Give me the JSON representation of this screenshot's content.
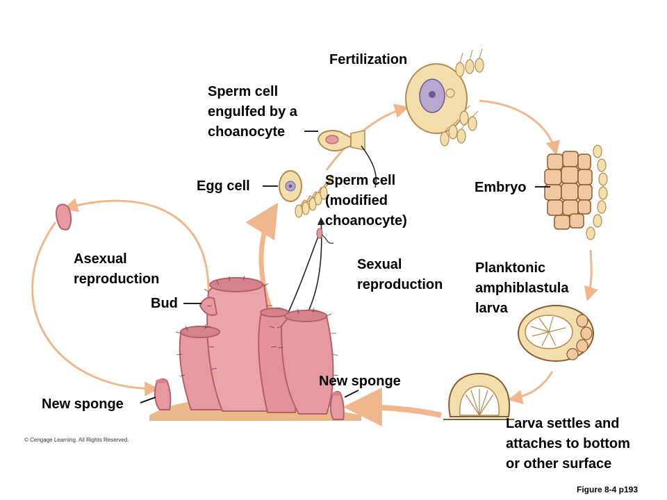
{
  "labels": {
    "fertilization": "Fertilization",
    "sperm_engulfed": "Sperm cell\nengulfed by a\nchoanocyte",
    "egg_cell": "Egg cell",
    "sperm_cell": "Sperm cell\n(modified\nchoanocyte)",
    "embryo": "Embryo",
    "asexual": "Asexual\nreproduction",
    "sexual": "Sexual\nreproduction",
    "planktonic": "Planktonic\namphiblastula\nlarva",
    "bud": "Bud",
    "new_sponge_left": "New sponge",
    "new_sponge_center": "New sponge",
    "larva_settles": "Larva settles and\nattaches to bottom\nor other surface"
  },
  "copyright": "© Cengage Learning. All Rights Reserved.",
  "figure_ref": "Figure 8-4 p193",
  "colors": {
    "arrow": "#f0b78c",
    "sponge": "#e69aa0",
    "sponge_dark": "#c9737c",
    "cell_fill": "#f3dfae",
    "cell_stroke": "#b48a4a",
    "nucleus": "#b7a8cf",
    "sediment": "#e9b98a"
  }
}
